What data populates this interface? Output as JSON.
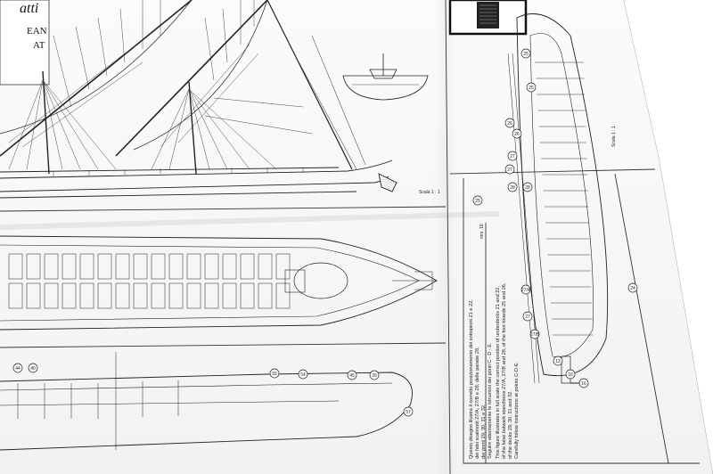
{
  "sheet": {
    "title_fragment": "atti",
    "subtitle_line_1": "EAN",
    "subtitle_line_2": "AT",
    "scale_note_right": "Scala 1 : 1",
    "scale_note_hull": "Scala 1 : 1",
    "dim_label": "mm. 18"
  },
  "part_numbers": {
    "profile_right": [
      "25",
      "25",
      "26",
      "26",
      "27",
      "27",
      "28",
      "28",
      "25",
      "27/A",
      "24",
      "27",
      "27/B",
      "16",
      "13",
      "16"
    ],
    "deck_plan": [
      "44",
      "40"
    ],
    "hull_bottom": [
      "55",
      "54",
      "45",
      "39",
      "57"
    ]
  },
  "notes": {
    "it_1": "Questo disegno illustra il corretto posizionamento dei sottopiorti 21 e 22,",
    "it_2": "dei falsi scalmotti 27/A, 27/B e 28, delle paratie 28,",
    "it_3": "dei ponti 29, 30, 31 e 32.",
    "it_4": "Seguire attentamente le istruzioni dei ponti C - D - E.",
    "en_1": "This figure illustrates in full scale the correct position of underdecks 21 and 22,",
    "en_2": "of the false bulwark stanchions 27/A, 27/B and 28, of the foot boards 25 and 26,",
    "en_3": "of the decks 29, 30, 31 and 32.",
    "en_4": "Carefully follow instructions at points C-D-E."
  }
}
